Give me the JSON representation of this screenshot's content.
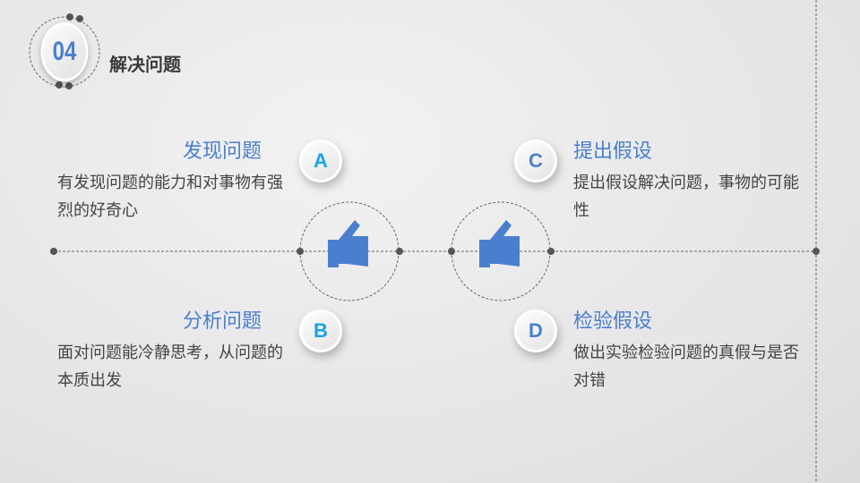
{
  "section": {
    "number": "04",
    "title": "解决问题"
  },
  "items": [
    {
      "letter": "A",
      "heading": "发现问题",
      "text": "有发现问题的能力和对事物有强烈的好奇心"
    },
    {
      "letter": "B",
      "heading": "分析问题",
      "text": "面对问题能冷静思考，从问题的本质出发"
    },
    {
      "letter": "C",
      "heading": "提出假设",
      "text": "提出假设解决问题，事物的可能性"
    },
    {
      "letter": "D",
      "heading": "检验假设",
      "text": "做出实验检验问题的真假与是否对错"
    }
  ],
  "colors": {
    "accent": "#4a7fcf",
    "letter_light": "#1aa3e8"
  }
}
